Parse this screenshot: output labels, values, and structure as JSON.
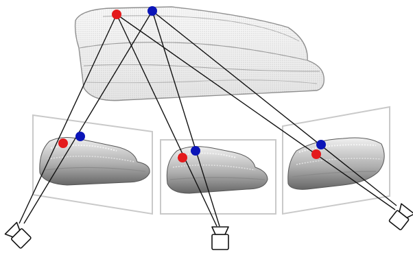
{
  "figure": {
    "colors": {
      "red_point": "#e41a1c",
      "blue_point": "#0b15b8",
      "ray": "#111111",
      "frame": "#c9c9c9",
      "mesh": "#a9a9a9",
      "camera": "#111111"
    },
    "objects": [
      {
        "name": "point-cloud-model"
      },
      {
        "name": "view-left"
      },
      {
        "name": "view-center"
      },
      {
        "name": "view-right"
      },
      {
        "name": "camera-left"
      },
      {
        "name": "camera-center"
      },
      {
        "name": "camera-right"
      }
    ]
  }
}
